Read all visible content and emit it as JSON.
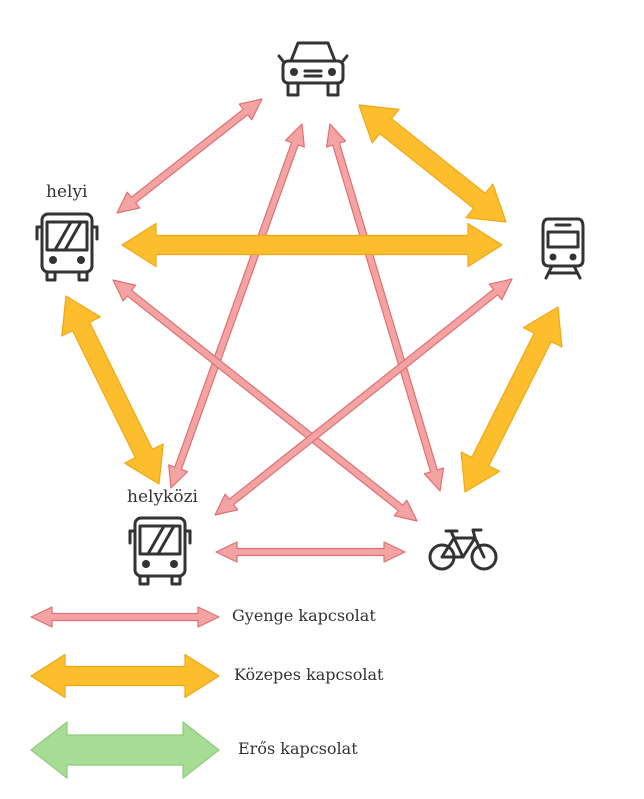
{
  "colors": {
    "weak": "#f4a3a3",
    "weak_stroke": "#df6f73",
    "medium": "#fdbe2e",
    "medium_stroke": "#f2a615",
    "strong": "#a7dc95",
    "strong_stroke": "#8dcc78",
    "icon": "#333333"
  },
  "nodes": {
    "car": {
      "icon": "car-icon",
      "label": ""
    },
    "train": {
      "icon": "train-icon",
      "label": ""
    },
    "local_bus": {
      "icon": "bus-icon",
      "label": "helyi"
    },
    "intercity": {
      "icon": "bus-icon",
      "label": "helyközi"
    },
    "bike": {
      "icon": "bicycle-icon",
      "label": ""
    }
  },
  "connections": [
    {
      "from": "car",
      "to": "local_bus",
      "strength": "weak"
    },
    {
      "from": "car",
      "to": "intercity",
      "strength": "weak"
    },
    {
      "from": "car",
      "to": "bike",
      "strength": "weak"
    },
    {
      "from": "car",
      "to": "train",
      "strength": "medium"
    },
    {
      "from": "local_bus",
      "to": "train",
      "strength": "medium"
    },
    {
      "from": "local_bus",
      "to": "bike",
      "strength": "weak"
    },
    {
      "from": "local_bus",
      "to": "intercity",
      "strength": "medium"
    },
    {
      "from": "train",
      "to": "intercity",
      "strength": "weak"
    },
    {
      "from": "train",
      "to": "bike",
      "strength": "medium"
    },
    {
      "from": "intercity",
      "to": "bike",
      "strength": "weak"
    }
  ],
  "legend": [
    {
      "strength": "weak",
      "label": "Gyenge kapcsolat"
    },
    {
      "strength": "medium",
      "label": "Közepes kapcsolat"
    },
    {
      "strength": "strong",
      "label": "Erős kapcsolat"
    }
  ]
}
